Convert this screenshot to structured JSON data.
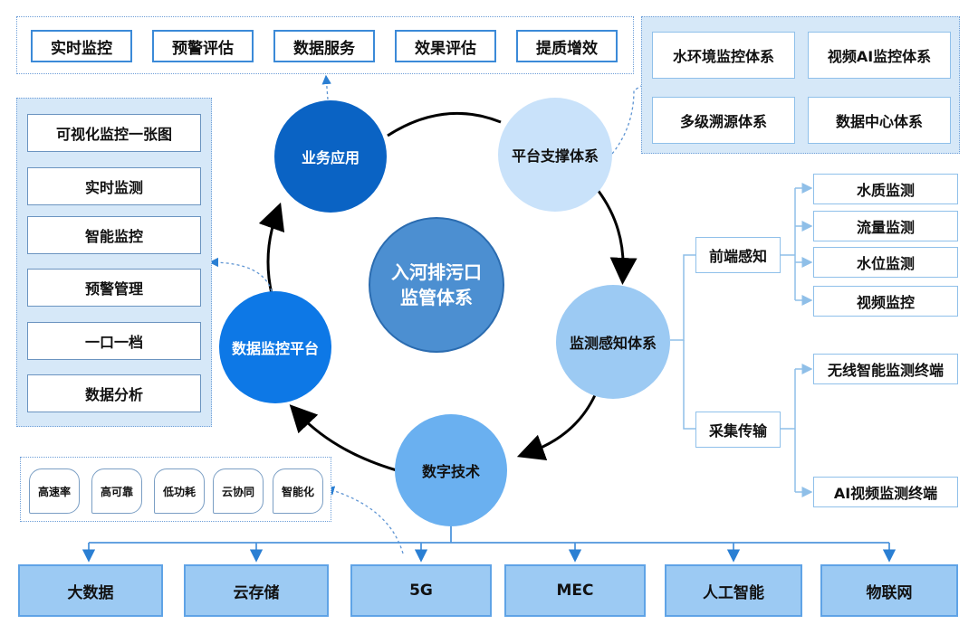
{
  "top_flow": [
    "实时监控",
    "预警评估",
    "数据服务",
    "效果评估",
    "提质增效"
  ],
  "top_right": [
    "水环境监控体系",
    "视频AI监控体系",
    "多级溯源体系",
    "数据中心体系"
  ],
  "left_list": [
    "可视化监控一张图",
    "实时监测",
    "智能监控",
    "预警管理",
    "一口一档",
    "数据分析"
  ],
  "cycle": {
    "center": [
      "入河排污口",
      "监管体系"
    ],
    "business": "业务应用",
    "platform": "平台支撑体系",
    "sensing": "监测感知体系",
    "digital": "数字技术",
    "data_platform": "数据监控平台"
  },
  "frontend": {
    "label": "前端感知",
    "items": [
      "水质监测",
      "流量监测",
      "水位监测",
      "视频监控"
    ]
  },
  "collect": {
    "label": "采集传输",
    "items": [
      "无线智能监测终端",
      "AI视频监测终端"
    ]
  },
  "features": [
    "高速率",
    "高可靠",
    "低功耗",
    "云协同",
    "智能化"
  ],
  "bottom": [
    "大数据",
    "云存储",
    "5G",
    "MEC",
    "人工智能",
    "物联网"
  ],
  "colors": {
    "dark_blue": "#0a63c4",
    "mid_blue": "#0d78e6",
    "light_blue": "#9ccaf3",
    "pale_blue": "#c9e2fa"
  }
}
